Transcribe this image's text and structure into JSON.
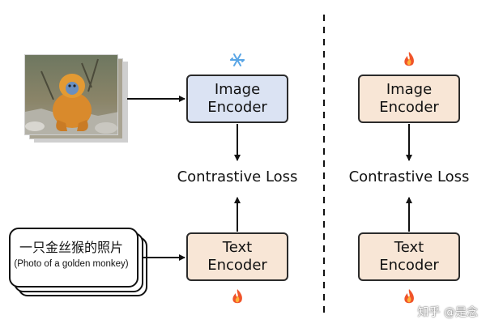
{
  "left_panel": {
    "image_encoder": {
      "line1": "Image",
      "line2": "Encoder",
      "state_icon": "snowflake-icon"
    },
    "loss_label": "Contrastive Loss",
    "text_encoder": {
      "line1": "Text",
      "line2": "Encoder",
      "state_icon": "flame-icon"
    },
    "image_input": {
      "subject": "golden monkey photo"
    },
    "text_input": {
      "caption_zh": "一只金丝猴的照片",
      "caption_en": "(Photo of a golden monkey)"
    }
  },
  "right_panel": {
    "image_encoder": {
      "line1": "Image",
      "line2": "Encoder",
      "state_icon": "flame-icon"
    },
    "loss_label": "Contrastive Loss",
    "text_encoder": {
      "line1": "Text",
      "line2": "Encoder",
      "state_icon": "flame-icon"
    }
  },
  "watermark": "知乎 @是念",
  "colors": {
    "frozen_encoder": "#dbe3f3",
    "trainable_encoder": "#f8e6d6",
    "border": "#2b2b2b"
  }
}
